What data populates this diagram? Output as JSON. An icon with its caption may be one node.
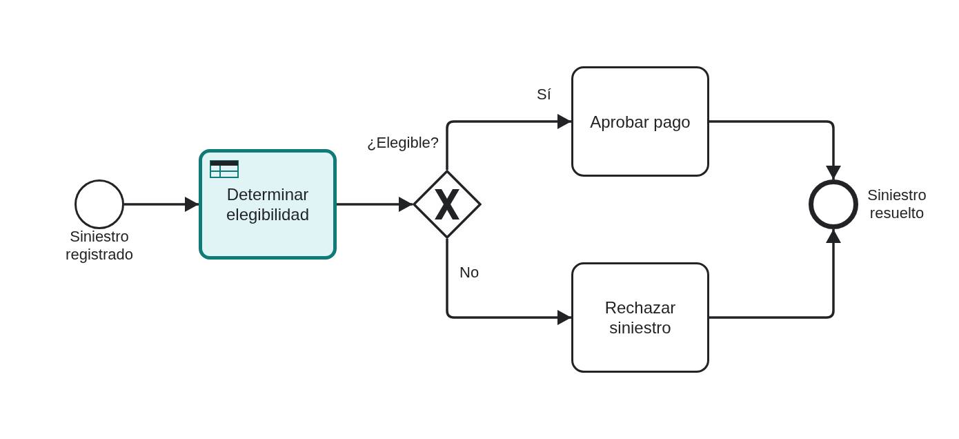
{
  "diagram": {
    "nodes": [
      {
        "text": [
          "Siniestro registrado"
        ]
      },
      {
        "text": [
          "Determinar elegibilidad"
        ]
      },
      {
        "text": [
          "¿Elegible?"
        ]
      },
      {
        "text": [
          "Aprobar pago"
        ]
      },
      {
        "text": [
          "Rechazar siniestro"
        ]
      },
      {
        "text": [
          "Siniestro resuelto"
        ]
      }
    ],
    "edges": [
      {
        "from": 0,
        "to": 1,
        "arrow": "to"
      },
      {
        "from": 1,
        "to": 2,
        "arrow": "to"
      },
      {
        "from": 2,
        "to": 3,
        "arrow": "to",
        "label": "Sí"
      },
      {
        "from": 2,
        "to": 4,
        "arrow": "to",
        "label": "No"
      },
      {
        "from": 3,
        "to": 5,
        "arrow": "to"
      },
      {
        "from": 4,
        "to": 5,
        "arrow": "to"
      }
    ]
  }
}
